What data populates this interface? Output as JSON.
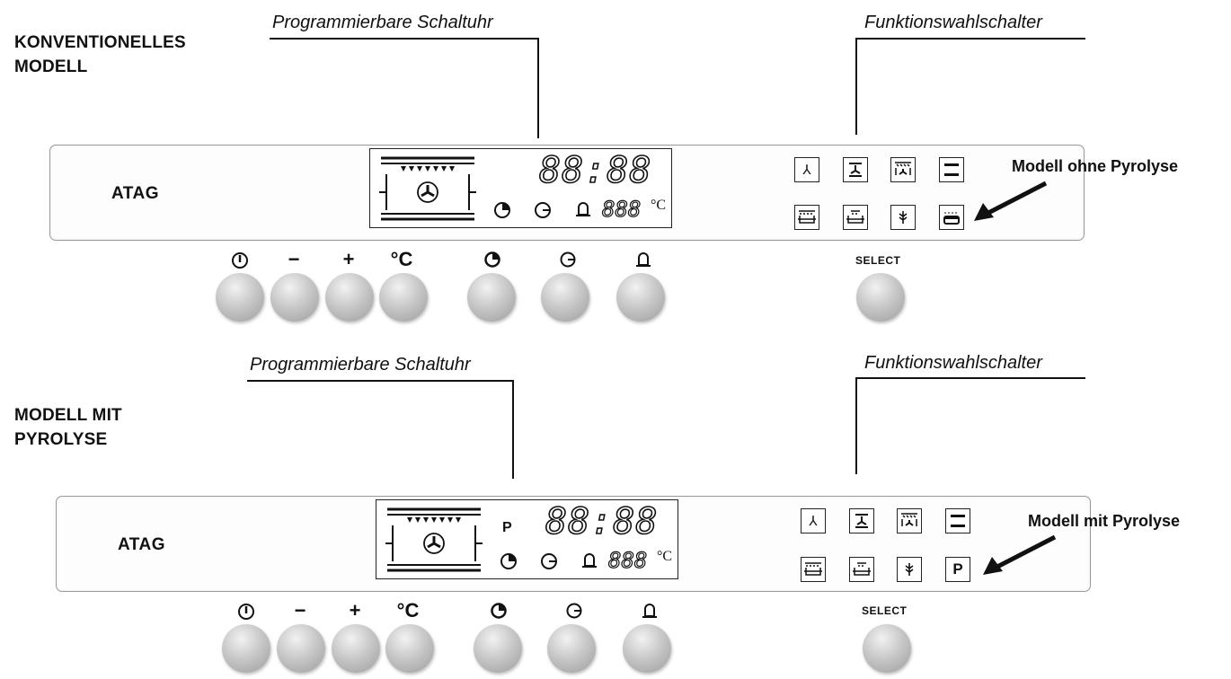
{
  "labels": {
    "programmer": "Programmierbare Schaltuhr",
    "function_selector": "Funktionswahlschalter",
    "brand": "ATAG",
    "select": "SELECT",
    "display_digits": "88:88",
    "temp_digits": "888",
    "temp_unit": "°C",
    "pyrolysis_mark": "P"
  },
  "models": [
    {
      "title_line1": "KONVENTIONELLES",
      "title_line2": "MODELL",
      "annotation": "Modell ohne Pyrolyse",
      "last_function_button": "oven-tray-icon"
    },
    {
      "title_line1": "MODELL MIT",
      "title_line2": "PYROLYSE",
      "annotation": "Modell mit Pyrolyse",
      "last_function_button": "P"
    }
  ],
  "knobs": [
    {
      "symbol": "power-icon",
      "glyph": "⏻"
    },
    {
      "symbol": "minus",
      "glyph": "−"
    },
    {
      "symbol": "plus",
      "glyph": "+"
    },
    {
      "symbol": "celsius",
      "glyph": "°C"
    },
    {
      "symbol": "cooking-time-icon"
    },
    {
      "symbol": "end-time-icon"
    },
    {
      "symbol": "alarm-bell-icon"
    }
  ],
  "function_buttons": [
    "fan-icon",
    "fan-bottom-heat-icon",
    "fan-grill-icon",
    "top-bottom-heat-icon",
    "grill-icon",
    "half-grill-icon",
    "defrost-icon"
  ],
  "colors": {
    "line": "#111111",
    "panel_border": "#9a9a9a",
    "knob": "#b9b9b9"
  }
}
